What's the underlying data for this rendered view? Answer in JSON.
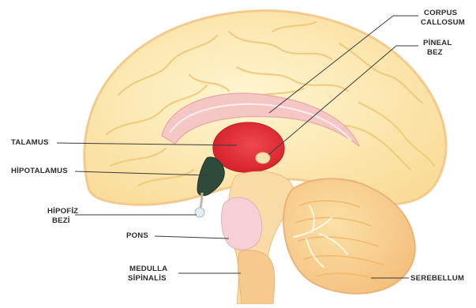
{
  "labels": {
    "corpus_callosum": [
      "CORPUS",
      "CALLOSUM"
    ],
    "pineal_bez": [
      "PİNEAL",
      "BEZ"
    ],
    "talamus": [
      "TALAMUS"
    ],
    "hipotalamus": [
      "HİPOTALAMUS"
    ],
    "hipofiz_bezi": [
      "HİPOFİZ",
      "BEZİ"
    ],
    "pons": [
      "PONS"
    ],
    "medulla_spinalis": [
      "MEDULLA",
      "SİPİNALİS"
    ],
    "serebellum": [
      "SEREBELLUM"
    ]
  },
  "colors": {
    "background": "#ffffff",
    "cortex": "#fbe7a8",
    "cortex_outline": "#f4c88a",
    "gyri_lines": "#f0cf82",
    "pink_region": "#f6c6c6",
    "thalamus": "#e8313a",
    "hypothalamus": "#2e4a3a",
    "brainstem": "#f7d8a0",
    "cerebellum": "#f6c98a",
    "label_text": "#2b2b2b",
    "leader_line": "#3a3a3a"
  }
}
